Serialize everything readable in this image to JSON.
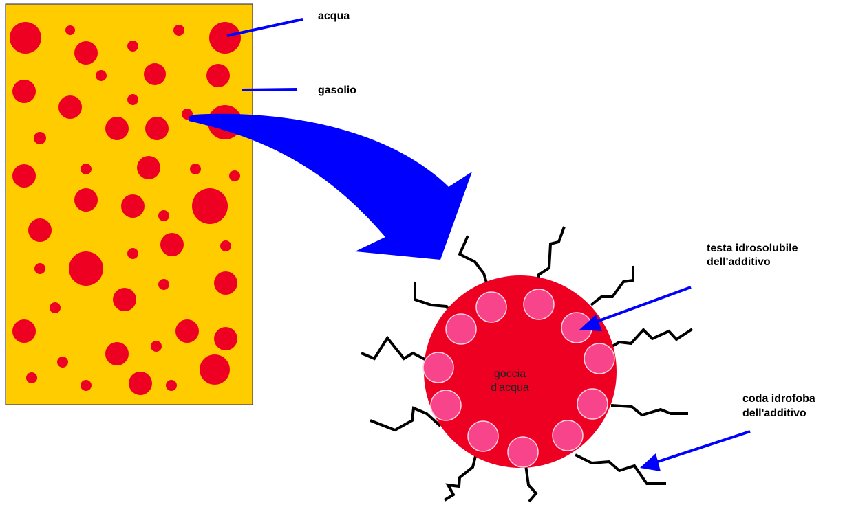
{
  "labels": {
    "water": "acqua",
    "diesel": "gasolio",
    "head_line1": "testa idrosolubile",
    "head_line2": "dell'additivo",
    "tail_line1": "coda idrofoba",
    "tail_line2": "dell'additivo",
    "droplet_line1": "goccia",
    "droplet_line2": "d'acqua"
  },
  "colors": {
    "diesel_fill": "#FFCC00",
    "water_red": "#EE0022",
    "head_pink": "#F7448A",
    "arrow_blue": "#0000FF",
    "tail_black": "#000000"
  }
}
